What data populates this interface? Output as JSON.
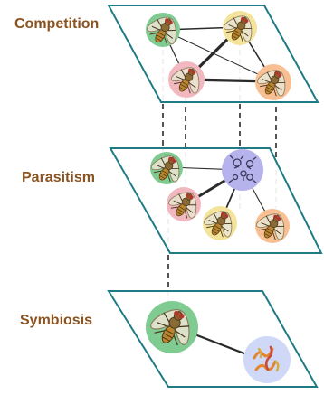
{
  "layers": [
    {
      "id": "competition",
      "label": "Competition"
    },
    {
      "id": "parasitism",
      "label": "Parasitism"
    },
    {
      "id": "symbiosis",
      "label": "Symbiosis"
    }
  ],
  "colors": {
    "plane_fill": "#ffffff",
    "plane_stroke": "#1f7b86",
    "label_text": "#8a5320",
    "node_green": "#7fcb91",
    "node_yellow": "#f4e39a",
    "node_pink": "#f2b8c0",
    "node_orange": "#f8bf93",
    "node_purple": "#b6b3ec",
    "node_light_blue": "#cfd9f7",
    "edge": "#2a2a2a"
  },
  "icons": [
    "fly-icon",
    "microbe-icon",
    "bacteria-icon"
  ]
}
